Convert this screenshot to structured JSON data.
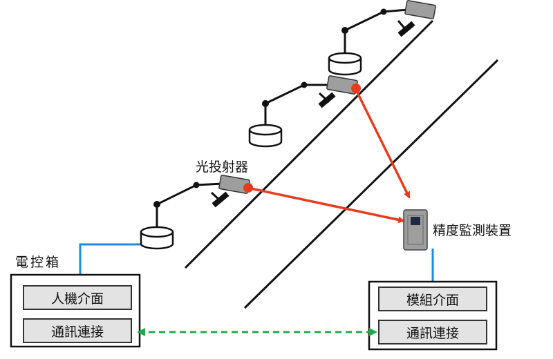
{
  "labels": {
    "projector": "光投射器",
    "monitor": "精度監測裝置",
    "control_box": "電控箱"
  },
  "control_box": {
    "hmi": "人機介面",
    "comm": "通訊連接"
  },
  "module_box": {
    "interface": "模組介面",
    "comm": "通訊連接"
  },
  "colors": {
    "laser": "#ea3a1c",
    "cable": "#1e88e5",
    "link": "#1faa48",
    "device": "#9e9e9e"
  }
}
